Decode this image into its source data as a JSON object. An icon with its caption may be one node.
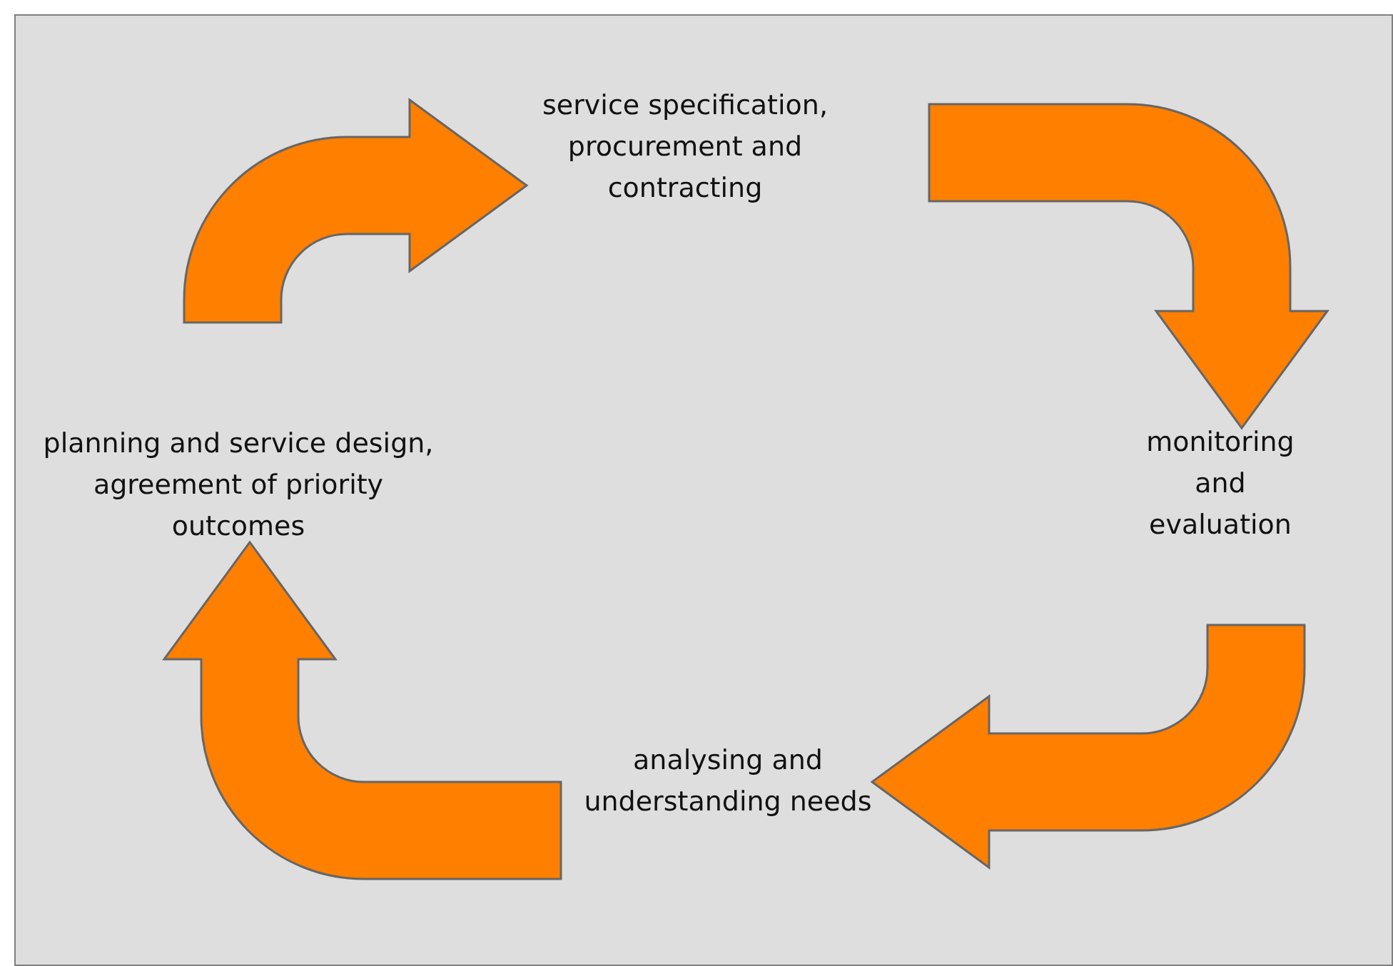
{
  "diagram": {
    "nodes": [
      {
        "text": [
          "service specification, procurement and contracting"
        ]
      },
      {
        "text": [
          "planning and service design, agreement of priority outcomes"
        ]
      },
      {
        "text": [
          "monitoring and evaluation"
        ]
      },
      {
        "text": [
          "analysing and understanding needs"
        ]
      }
    ],
    "edges": [
      {
        "from": null,
        "to": 0,
        "arrow": "to"
      },
      {
        "from": null,
        "to": 2,
        "arrow": "to"
      },
      {
        "from": null,
        "to": 3,
        "arrow": "to"
      },
      {
        "from": null,
        "to": 1,
        "arrow": "to"
      }
    ]
  }
}
